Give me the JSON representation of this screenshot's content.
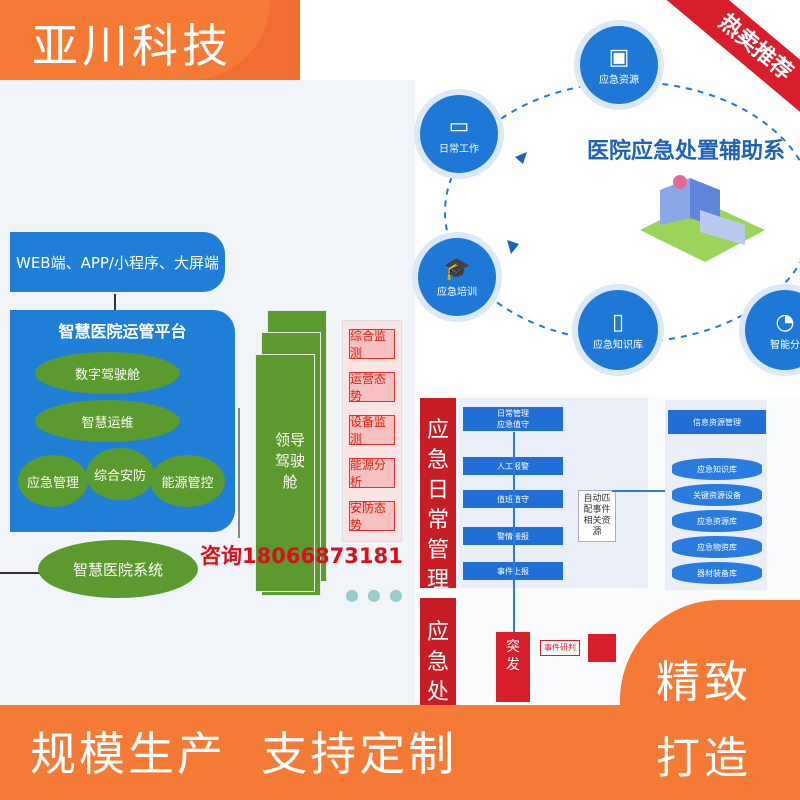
{
  "brand": "亚川科技",
  "hot_badge": "热卖推荐",
  "left_diagram": {
    "web_bar": "WEB端、APP/小程序、大屏端",
    "platform_title": "智慧医院运管平台",
    "modules": [
      "数字驾驶舱",
      "智慧运维",
      "应急管理",
      "综合安防",
      "能源管控"
    ],
    "system": "智慧医院系统",
    "cockpit": "领导驾驶舱",
    "monitors": [
      "综合监测",
      "运营态势",
      "设备监测",
      "能源分析",
      "安防态势"
    ]
  },
  "contact": "咨询18066873181",
  "right_top": {
    "title": "医院应急处置辅助系",
    "nodes": [
      "应急资源",
      "日常工作",
      "应急培训",
      "应急知识库",
      "智能分"
    ]
  },
  "right_bottom": {
    "section1": "应急日常管理",
    "section2": "应急处",
    "flow_header": [
      "日常管理",
      "应急值守"
    ],
    "flow_steps": [
      "人工报警",
      "值班值守",
      "警情接报",
      "事件上报"
    ],
    "auto_note": "自动匹配事件相关资源",
    "res_header": "信息资源管理",
    "resources": [
      "应急知识库",
      "关键资源设备",
      "应急资源库",
      "应急物资库",
      "器材装备库"
    ],
    "bottom_nodes": [
      "突发",
      "事件研判"
    ]
  },
  "slogan": "规模生产  支持定制",
  "corner_text": [
    "精致",
    "打造"
  ],
  "colors": {
    "orange": "#f47a36",
    "blue": "#1f7fd6",
    "green": "#5a9a2f",
    "red": "#c81d25"
  }
}
